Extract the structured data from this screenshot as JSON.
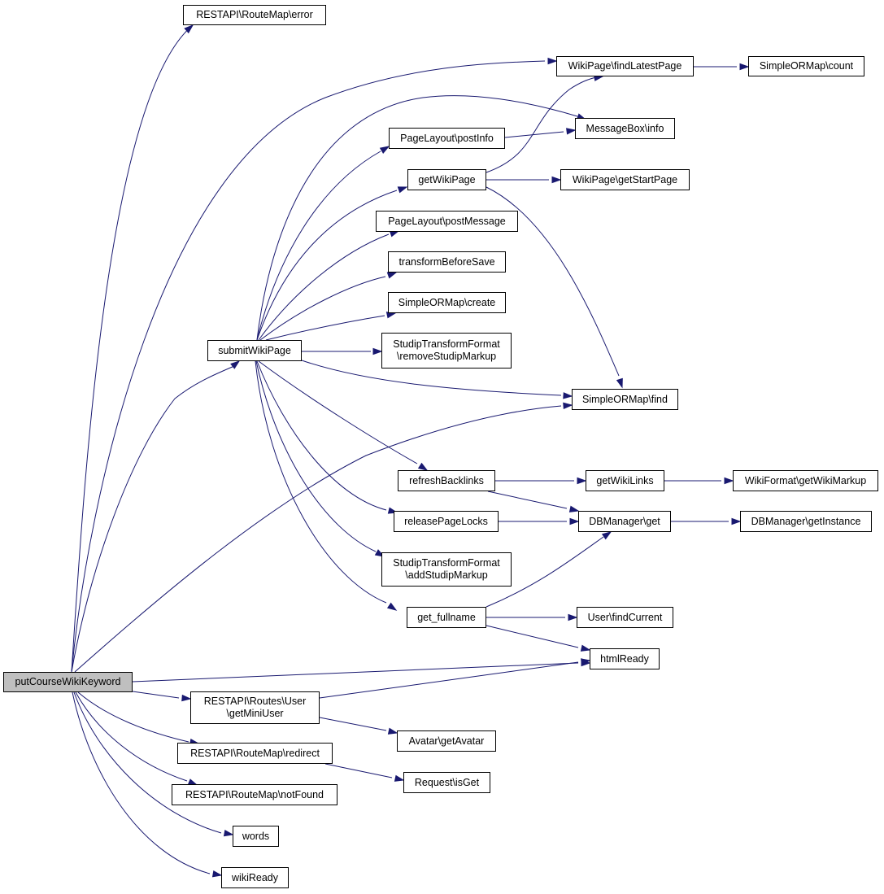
{
  "colors": {
    "edge": "#191970",
    "root_fill": "#bfbfbf",
    "node_fill": "#ffffff",
    "border": "#000000"
  },
  "nodes": {
    "putCourseWikiKeyword": {
      "lines": [
        "putCourseWikiKeyword"
      ]
    },
    "routemap_error": {
      "lines": [
        "RESTAPI\\RouteMap\\error"
      ]
    },
    "wikipage_findLatestPage": {
      "lines": [
        "WikiPage\\findLatestPage"
      ]
    },
    "simpleormap_count": {
      "lines": [
        "SimpleORMap\\count"
      ]
    },
    "messagebox_info": {
      "lines": [
        "MessageBox\\info"
      ]
    },
    "pagelayout_postInfo": {
      "lines": [
        "PageLayout\\postInfo"
      ]
    },
    "getWikiPage": {
      "lines": [
        "getWikiPage"
      ]
    },
    "wikipage_getStartPage": {
      "lines": [
        "WikiPage\\getStartPage"
      ]
    },
    "pagelayout_postMessage": {
      "lines": [
        "PageLayout\\postMessage"
      ]
    },
    "transformBeforeSave": {
      "lines": [
        "transformBeforeSave"
      ]
    },
    "simpleormap_create": {
      "lines": [
        "SimpleORMap\\create"
      ]
    },
    "submitWikiPage": {
      "lines": [
        "submitWikiPage"
      ]
    },
    "removeStudipMarkup": {
      "lines": [
        "StudipTransformFormat",
        "\\removeStudipMarkup"
      ]
    },
    "simpleormap_find": {
      "lines": [
        "SimpleORMap\\find"
      ]
    },
    "refreshBacklinks": {
      "lines": [
        "refreshBacklinks"
      ]
    },
    "getWikiLinks": {
      "lines": [
        "getWikiLinks"
      ]
    },
    "wikiformat_getWikiMarkup": {
      "lines": [
        "WikiFormat\\getWikiMarkup"
      ]
    },
    "releasePageLocks": {
      "lines": [
        "releasePageLocks"
      ]
    },
    "dbmanager_get": {
      "lines": [
        "DBManager\\get"
      ]
    },
    "dbmanager_getInstance": {
      "lines": [
        "DBManager\\getInstance"
      ]
    },
    "addStudipMarkup": {
      "lines": [
        "StudipTransformFormat",
        "\\addStudipMarkup"
      ]
    },
    "get_fullname": {
      "lines": [
        "get_fullname"
      ]
    },
    "user_findCurrent": {
      "lines": [
        "User\\findCurrent"
      ]
    },
    "htmlReady": {
      "lines": [
        "htmlReady"
      ]
    },
    "routes_user_getMiniUser": {
      "lines": [
        "RESTAPI\\Routes\\User",
        "\\getMiniUser"
      ]
    },
    "avatar_getAvatar": {
      "lines": [
        "Avatar\\getAvatar"
      ]
    },
    "routemap_redirect": {
      "lines": [
        "RESTAPI\\RouteMap\\redirect"
      ]
    },
    "request_isGet": {
      "lines": [
        "Request\\isGet"
      ]
    },
    "routemap_notFound": {
      "lines": [
        "RESTAPI\\RouteMap\\notFound"
      ]
    },
    "words": {
      "lines": [
        "words"
      ]
    },
    "wikiReady": {
      "lines": [
        "wikiReady"
      ]
    }
  },
  "edges": [
    [
      "putCourseWikiKeyword",
      "routemap_error"
    ],
    [
      "putCourseWikiKeyword",
      "wikipage_findLatestPage"
    ],
    [
      "putCourseWikiKeyword",
      "submitWikiPage"
    ],
    [
      "putCourseWikiKeyword",
      "simpleormap_find"
    ],
    [
      "putCourseWikiKeyword",
      "htmlReady"
    ],
    [
      "putCourseWikiKeyword",
      "routes_user_getMiniUser"
    ],
    [
      "putCourseWikiKeyword",
      "routemap_redirect"
    ],
    [
      "putCourseWikiKeyword",
      "routemap_notFound"
    ],
    [
      "putCourseWikiKeyword",
      "words"
    ],
    [
      "putCourseWikiKeyword",
      "wikiReady"
    ],
    [
      "submitWikiPage",
      "messagebox_info"
    ],
    [
      "submitWikiPage",
      "pagelayout_postInfo"
    ],
    [
      "submitWikiPage",
      "getWikiPage"
    ],
    [
      "submitWikiPage",
      "pagelayout_postMessage"
    ],
    [
      "submitWikiPage",
      "transformBeforeSave"
    ],
    [
      "submitWikiPage",
      "simpleormap_create"
    ],
    [
      "submitWikiPage",
      "removeStudipMarkup"
    ],
    [
      "submitWikiPage",
      "simpleormap_find"
    ],
    [
      "submitWikiPage",
      "refreshBacklinks"
    ],
    [
      "submitWikiPage",
      "releasePageLocks"
    ],
    [
      "submitWikiPage",
      "addStudipMarkup"
    ],
    [
      "submitWikiPage",
      "get_fullname"
    ],
    [
      "wikipage_findLatestPage",
      "simpleormap_count"
    ],
    [
      "pagelayout_postInfo",
      "messagebox_info"
    ],
    [
      "getWikiPage",
      "wikipage_findLatestPage"
    ],
    [
      "getWikiPage",
      "wikipage_getStartPage"
    ],
    [
      "getWikiPage",
      "simpleormap_find"
    ],
    [
      "refreshBacklinks",
      "getWikiLinks"
    ],
    [
      "refreshBacklinks",
      "dbmanager_get"
    ],
    [
      "getWikiLinks",
      "wikiformat_getWikiMarkup"
    ],
    [
      "releasePageLocks",
      "dbmanager_get"
    ],
    [
      "dbmanager_get",
      "dbmanager_getInstance"
    ],
    [
      "get_fullname",
      "dbmanager_get"
    ],
    [
      "get_fullname",
      "user_findCurrent"
    ],
    [
      "get_fullname",
      "htmlReady"
    ],
    [
      "routes_user_getMiniUser",
      "htmlReady"
    ],
    [
      "routes_user_getMiniUser",
      "avatar_getAvatar"
    ],
    [
      "routemap_redirect",
      "request_isGet"
    ]
  ]
}
